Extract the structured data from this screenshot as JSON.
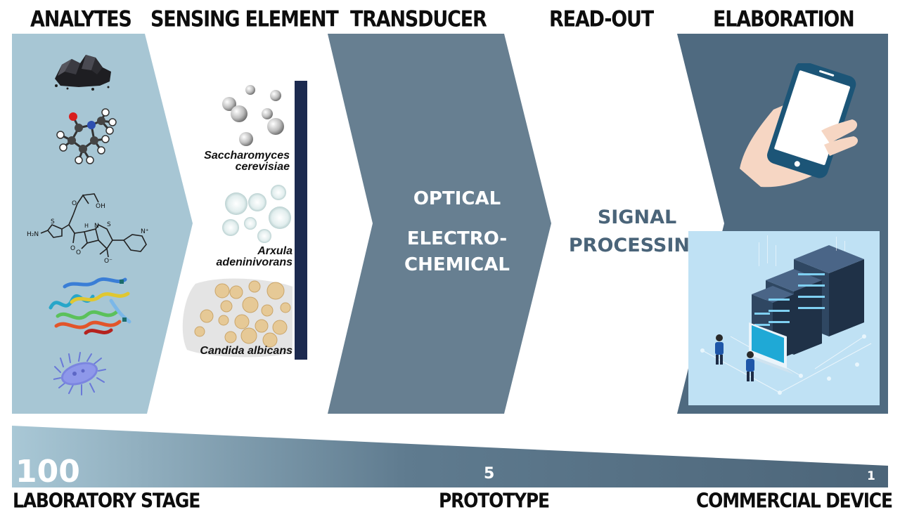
{
  "headers": {
    "analytes": "ANALYTES",
    "sensing_element": "SENSING ELEMENT",
    "transducer": "TRANSDUCER",
    "read_out": "READ-OUT",
    "elaboration": "ELABORATION"
  },
  "transducer": {
    "optical": "OPTICAL",
    "electro": "ELECTRO-",
    "chemical": "CHEMICAL"
  },
  "readout": {
    "signal": "SIGNAL",
    "processing": "PROCESSING"
  },
  "sensing_organisms": [
    {
      "line1": "Saccharomyces",
      "line2": "cerevisiae"
    },
    {
      "line1": "Arxula",
      "line2": "adeninivorans"
    },
    {
      "line1": "Candida albicans",
      "line2": ""
    }
  ],
  "molecule_labels": {
    "oh": "OH",
    "h2n": "H₂N",
    "o_minus": "O⁻",
    "n_plus": "N⁺",
    "s1": "S",
    "s2": "S",
    "n": "N",
    "o1": "O",
    "o2": "O",
    "o3": "O",
    "h": "H"
  },
  "scale": {
    "value_left": "100",
    "value_mid": "5",
    "value_right": "1",
    "label_left": "LABORATORY STAGE",
    "label_mid": "PROTOTYPE",
    "label_right": "COMMERCIAL DEVICE"
  },
  "colors": {
    "analytes_panel": "#a7c6d4",
    "transducer_panel": "#677f91",
    "elaboration_panel": "#4f6a80",
    "dark_bar": "#1c2a4f",
    "server_bg": "#bfe1f4"
  }
}
